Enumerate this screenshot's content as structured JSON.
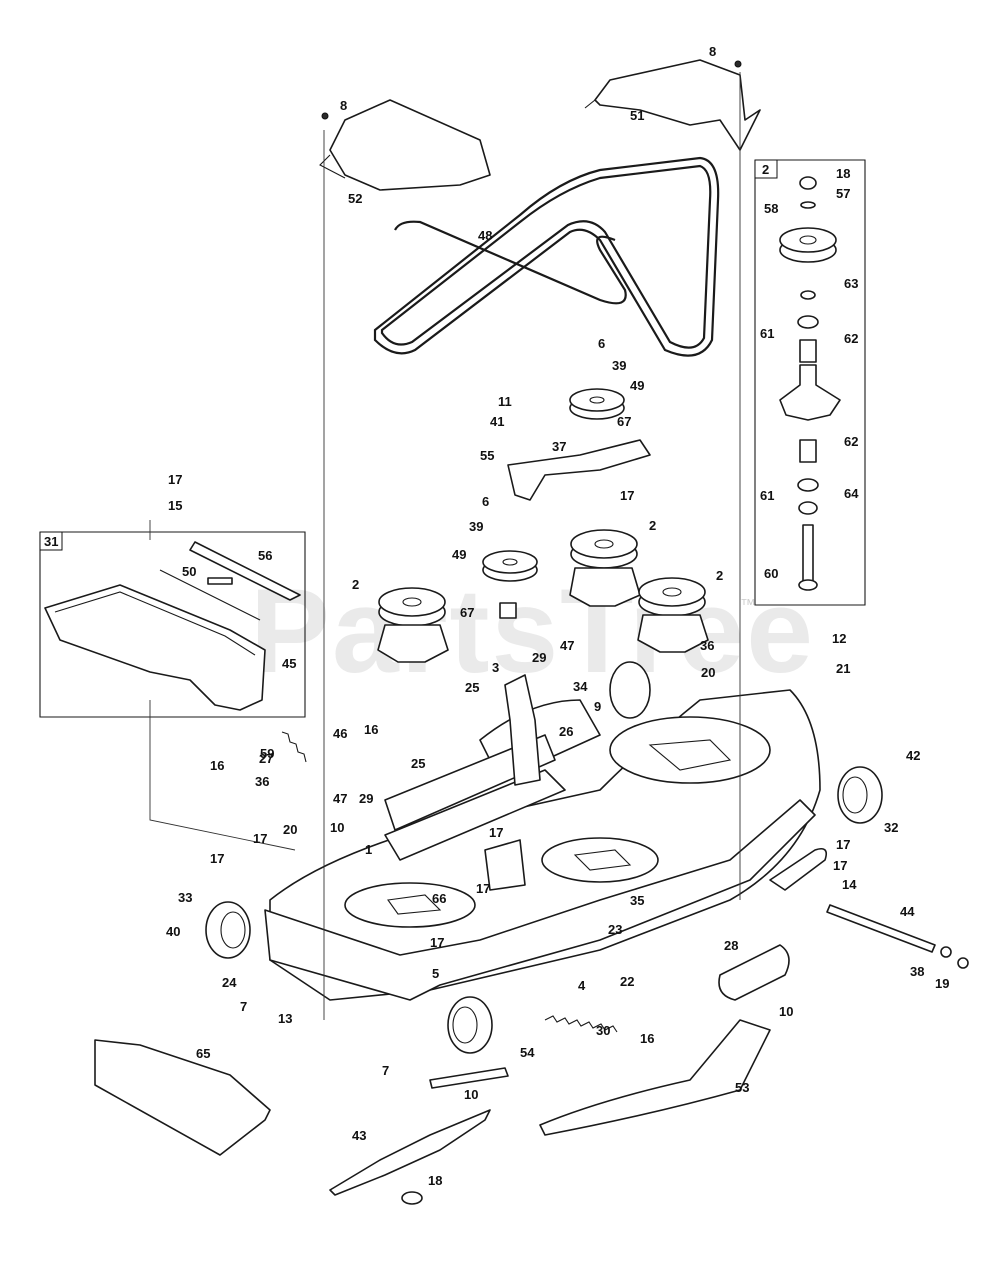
{
  "watermark": {
    "text": "PartsTree",
    "mark": "™"
  },
  "insets": {
    "left_box": "31",
    "right_box": "2"
  },
  "callouts": [
    {
      "id": "c-8a",
      "text": "8"
    },
    {
      "id": "c-8b",
      "text": "8"
    },
    {
      "id": "c-51",
      "text": "51"
    },
    {
      "id": "c-52",
      "text": "52"
    },
    {
      "id": "c-48",
      "text": "48"
    },
    {
      "id": "c-18a",
      "text": "18"
    },
    {
      "id": "c-57",
      "text": "57"
    },
    {
      "id": "c-58",
      "text": "58"
    },
    {
      "id": "c-63",
      "text": "63"
    },
    {
      "id": "c-61a",
      "text": "61"
    },
    {
      "id": "c-62a",
      "text": "62"
    },
    {
      "id": "c-62b",
      "text": "62"
    },
    {
      "id": "c-61b",
      "text": "61"
    },
    {
      "id": "c-64",
      "text": "64"
    },
    {
      "id": "c-60",
      "text": "60"
    },
    {
      "id": "c-6a",
      "text": "6"
    },
    {
      "id": "c-39a",
      "text": "39"
    },
    {
      "id": "c-49a",
      "text": "49"
    },
    {
      "id": "c-11",
      "text": "11"
    },
    {
      "id": "c-41",
      "text": "41"
    },
    {
      "id": "c-67a",
      "text": "67"
    },
    {
      "id": "c-37",
      "text": "37"
    },
    {
      "id": "c-55",
      "text": "55"
    },
    {
      "id": "c-17a",
      "text": "17"
    },
    {
      "id": "c-17b",
      "text": "17"
    },
    {
      "id": "c-15",
      "text": "15"
    },
    {
      "id": "c-6b",
      "text": "6"
    },
    {
      "id": "c-39b",
      "text": "39"
    },
    {
      "id": "c-49b",
      "text": "49"
    },
    {
      "id": "c-2a",
      "text": "2"
    },
    {
      "id": "c-2b",
      "text": "2"
    },
    {
      "id": "c-2c",
      "text": "2"
    },
    {
      "id": "c-56",
      "text": "56"
    },
    {
      "id": "c-50",
      "text": "50"
    },
    {
      "id": "c-45",
      "text": "45"
    },
    {
      "id": "c-67b",
      "text": "67"
    },
    {
      "id": "c-36a",
      "text": "36"
    },
    {
      "id": "c-47a",
      "text": "47"
    },
    {
      "id": "c-3",
      "text": "3"
    },
    {
      "id": "c-29a",
      "text": "29"
    },
    {
      "id": "c-20a",
      "text": "20"
    },
    {
      "id": "c-12",
      "text": "12"
    },
    {
      "id": "c-21",
      "text": "21"
    },
    {
      "id": "c-25a",
      "text": "25"
    },
    {
      "id": "c-34",
      "text": "34"
    },
    {
      "id": "c-9",
      "text": "9"
    },
    {
      "id": "c-26",
      "text": "26"
    },
    {
      "id": "c-59",
      "text": "59"
    },
    {
      "id": "c-46",
      "text": "46"
    },
    {
      "id": "c-16a",
      "text": "16"
    },
    {
      "id": "c-25b",
      "text": "25"
    },
    {
      "id": "c-16b",
      "text": "16"
    },
    {
      "id": "c-27",
      "text": "27"
    },
    {
      "id": "c-36b",
      "text": "36"
    },
    {
      "id": "c-47b",
      "text": "47"
    },
    {
      "id": "c-29b",
      "text": "29"
    },
    {
      "id": "c-10a",
      "text": "10"
    },
    {
      "id": "c-1",
      "text": "1"
    },
    {
      "id": "c-17c",
      "text": "17"
    },
    {
      "id": "c-20b",
      "text": "20"
    },
    {
      "id": "c-17d",
      "text": "17"
    },
    {
      "id": "c-17e",
      "text": "17"
    },
    {
      "id": "c-17f",
      "text": "17"
    },
    {
      "id": "c-66",
      "text": "66"
    },
    {
      "id": "c-17g",
      "text": "17"
    },
    {
      "id": "c-42",
      "text": "42"
    },
    {
      "id": "c-32",
      "text": "32"
    },
    {
      "id": "c-17h",
      "text": "17"
    },
    {
      "id": "c-14",
      "text": "14"
    },
    {
      "id": "c-33",
      "text": "33"
    },
    {
      "id": "c-40",
      "text": "40"
    },
    {
      "id": "c-35",
      "text": "35"
    },
    {
      "id": "c-23",
      "text": "23"
    },
    {
      "id": "c-44",
      "text": "44"
    },
    {
      "id": "c-17i",
      "text": "17"
    },
    {
      "id": "c-24",
      "text": "24"
    },
    {
      "id": "c-5",
      "text": "5"
    },
    {
      "id": "c-4",
      "text": "4"
    },
    {
      "id": "c-22",
      "text": "22"
    },
    {
      "id": "c-28",
      "text": "28"
    },
    {
      "id": "c-38",
      "text": "38"
    },
    {
      "id": "c-19",
      "text": "19"
    },
    {
      "id": "c-7a",
      "text": "7"
    },
    {
      "id": "c-13",
      "text": "13"
    },
    {
      "id": "c-30",
      "text": "30"
    },
    {
      "id": "c-16c",
      "text": "16"
    },
    {
      "id": "c-10b",
      "text": "10"
    },
    {
      "id": "c-65",
      "text": "65"
    },
    {
      "id": "c-7b",
      "text": "7"
    },
    {
      "id": "c-54",
      "text": "54"
    },
    {
      "id": "c-53",
      "text": "53"
    },
    {
      "id": "c-10c",
      "text": "10"
    },
    {
      "id": "c-43",
      "text": "43"
    },
    {
      "id": "c-18b",
      "text": "18"
    }
  ]
}
